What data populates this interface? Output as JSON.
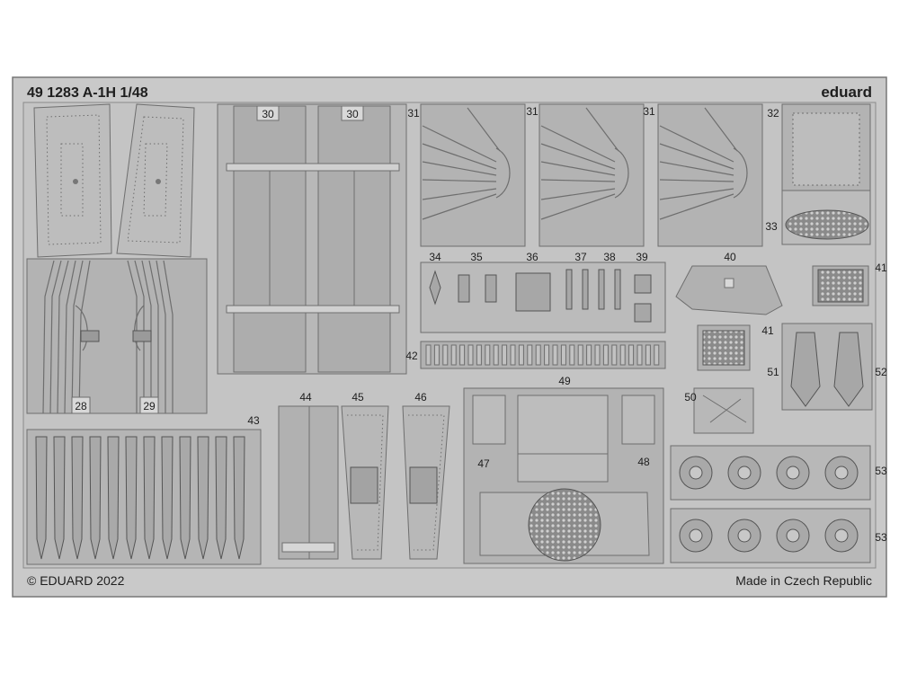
{
  "header": {
    "set_title": "49 1283 A-1H 1/48",
    "brand": "eduard"
  },
  "footer": {
    "copyright": "© EDUARD 2022",
    "origin": "Made in Czech Republic"
  },
  "part_numbers": {
    "p28": "28",
    "p29": "29",
    "p30a": "30",
    "p30b": "30",
    "p31a": "31",
    "p31b": "31",
    "p31c": "31",
    "p32": "32",
    "p33": "33",
    "p34": "34",
    "p35": "35",
    "p36": "36",
    "p37": "37",
    "p38": "38",
    "p39": "39",
    "p40": "40",
    "p41a": "41",
    "p41b": "41",
    "p42": "42",
    "p43": "43",
    "p44": "44",
    "p45": "45",
    "p46": "46",
    "p47": "47",
    "p48": "48",
    "p49": "49",
    "p50": "50",
    "p51": "51",
    "p52": "52",
    "p53a": "53",
    "p53b": "53"
  },
  "colors": {
    "fret_metal": "#c9c9c9",
    "part_fill": "#b3b3b3",
    "etch_line": "#6e6e6e",
    "text": "#1e1e1e"
  }
}
